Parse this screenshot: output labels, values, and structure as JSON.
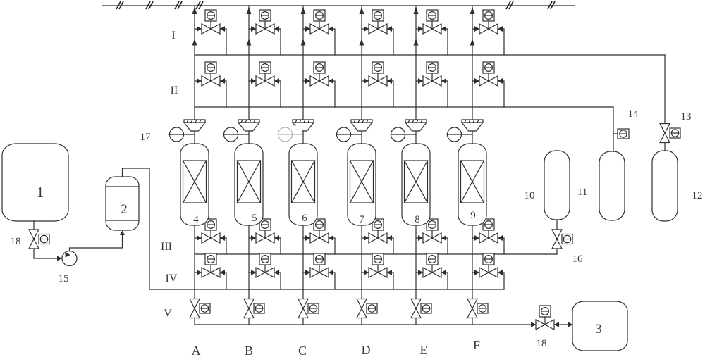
{
  "diagram": {
    "type": "process-piping-diagram",
    "ink_color": "#2e2e2e",
    "muted_color": "#b0b0b0",
    "background_color": "#ffffff",
    "labels": {
      "feed_tank": "1",
      "feed_vessel": "2",
      "product_tank": "3",
      "columns": [
        "4",
        "5",
        "6",
        "7",
        "8",
        "9"
      ],
      "receiver_vessels": [
        "10",
        "11",
        "12"
      ],
      "valve_13": "13",
      "instrument_14": "14",
      "pump_15": "15",
      "valve_16": "16",
      "gauge_17": "17",
      "valve_18_feed": "18",
      "valve_18_product": "18",
      "header_rows": [
        "I",
        "II",
        "III",
        "IV",
        "V"
      ],
      "bottom_lines": [
        "A",
        "B",
        "C",
        "D",
        "E",
        "F"
      ]
    }
  }
}
